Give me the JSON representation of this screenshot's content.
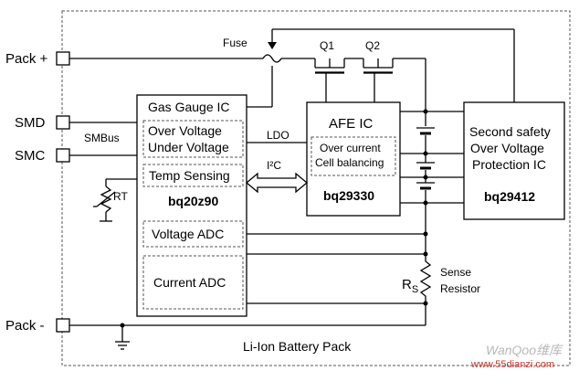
{
  "pins": {
    "pack_plus": "Pack +",
    "smd": "SMD",
    "smc": "SMC",
    "pack_minus": "Pack -"
  },
  "bus": {
    "smbus": "SMBus",
    "i2c": "I²C",
    "ldo": "LDO"
  },
  "components": {
    "fuse": "Fuse",
    "q1": "Q1",
    "q2": "Q2",
    "rt": "RT",
    "rs": "R",
    "rs_sub": "S",
    "sense_1": "Sense",
    "sense_2": "Resistor"
  },
  "gas_gauge": {
    "title": "Gas Gauge IC",
    "ov": "Over Voltage",
    "uv": "Under Voltage",
    "temp": "Temp Sensing",
    "part": "bq20z90",
    "vadc": "Voltage ADC",
    "cadc": "Current ADC"
  },
  "afe": {
    "title": "AFE IC",
    "oc": "Over current",
    "cb": "Cell balancing",
    "part": "bq29330"
  },
  "second_safety": {
    "line1": "Second safety",
    "line2": "Over Voltage",
    "line3": "Protection IC",
    "part": "bq29412"
  },
  "footer": {
    "pack_label": "Li-Ion Battery Pack"
  },
  "watermark": {
    "logo": "WanQoo维库",
    "url": "www.55dianzi.com"
  }
}
